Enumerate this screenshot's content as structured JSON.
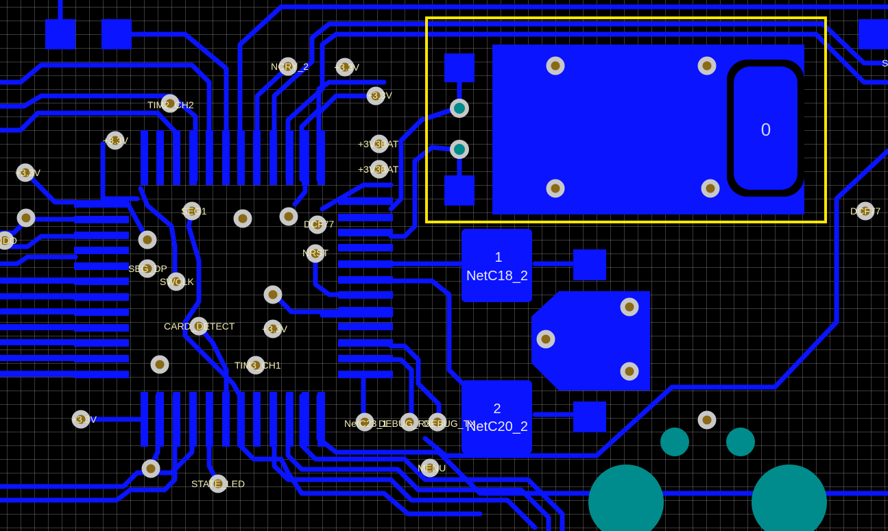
{
  "colors": {
    "background": "#000000",
    "copper": "#0a14ff",
    "pad_ring": "#c8c8c8",
    "pad_hole": "#8a6a16",
    "plated_hole": "#008c8c",
    "selection": "#ffe600",
    "net_label": "#f2ecb4"
  },
  "icons": {
    "via": "circle-via",
    "plated_hole": "teal-circle",
    "selection": "yellow-rectangle"
  },
  "net_labels": [
    "NCRY_2",
    "+3.3V",
    "+3.3V",
    "TIM2_CH2",
    "+3.3V",
    "+3V3BAT",
    "+3V3BAT",
    "+3.3V",
    "SEG1",
    "DCF77",
    "NRST",
    "SEG_DP",
    "SWCLK",
    "CARD_DETECT",
    "+3.3V",
    "TIM3_CH1",
    "+3.3V",
    "NetC23_1",
    "DEBUG_RX",
    "DEBUG_TX",
    "MENU",
    "STATE_LED",
    "DCF77",
    "IDO",
    "S"
  ],
  "components": [
    {
      "designator": "1",
      "net": "NetC18_2"
    },
    {
      "designator": "2",
      "net": "NetC20_2"
    }
  ],
  "crystal": {
    "label": "0"
  }
}
